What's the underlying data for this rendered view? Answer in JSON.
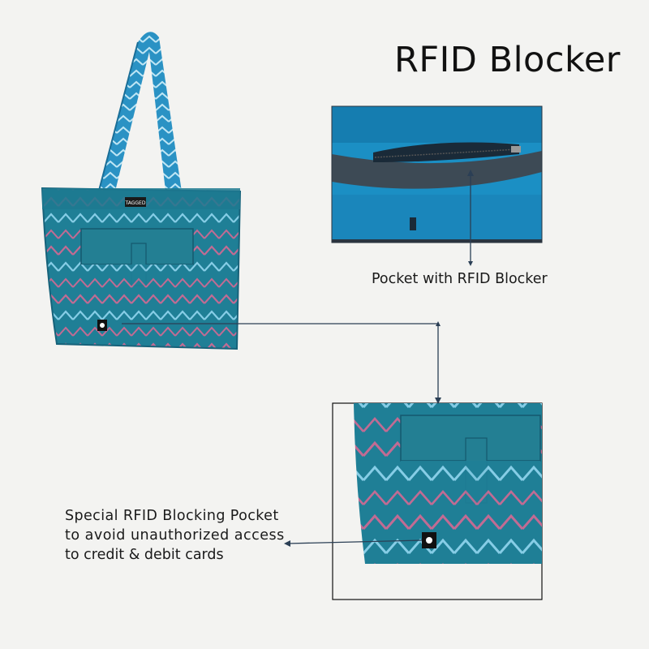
{
  "title": "RFID Blocker",
  "captions": {
    "pocket": "Pocket with RFID Blocker",
    "special_line1": "Special RFID Blocking Pocket",
    "special_line2": "to avoid unauthorized access",
    "special_line3": "to credit & debit cards"
  },
  "brand_tag": "TAGGED",
  "colors": {
    "background": "#f3f3f1",
    "fabric_teal": "#1f7f96",
    "fabric_dark": "#15586e",
    "zigzag_pink": "#c26b93",
    "zigzag_light": "#7fc8e2",
    "strap_blue": "#2a92c4",
    "pocket_lining": "#1b8fc4",
    "connector_line": "#2b3f55"
  },
  "icons": [
    "bag-photo",
    "pocket-interior-photo",
    "pocket-closeup-photo",
    "arrow-up-icon",
    "arrow-down-icon",
    "arrow-left-icon"
  ]
}
